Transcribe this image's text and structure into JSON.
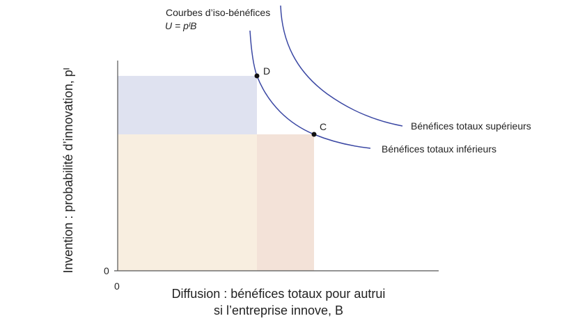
{
  "title": {
    "line1": "Courbes d’iso-bénéfices",
    "line2": "U = pᴵB"
  },
  "axes": {
    "y_label": "Invention : probabilité d’innovation, pᴵ",
    "x_label_line1": "Diffusion : bénéfices totaux pour autrui",
    "x_label_line2": "si l’entreprise innove, B",
    "x_origin_tick": "0",
    "y_origin_tick": "0"
  },
  "curves": {
    "upper_label": "Bénéfices totaux supérieurs",
    "lower_label": "Bénéfices totaux inférieurs"
  },
  "points": {
    "d": "D",
    "c": "C"
  },
  "colors": {
    "curve": "#3a47a3",
    "region_blue": "#dfe2f0",
    "region_beige": "#f8eee0",
    "region_pink": "#f3e2d8",
    "axis": "#555555"
  }
}
